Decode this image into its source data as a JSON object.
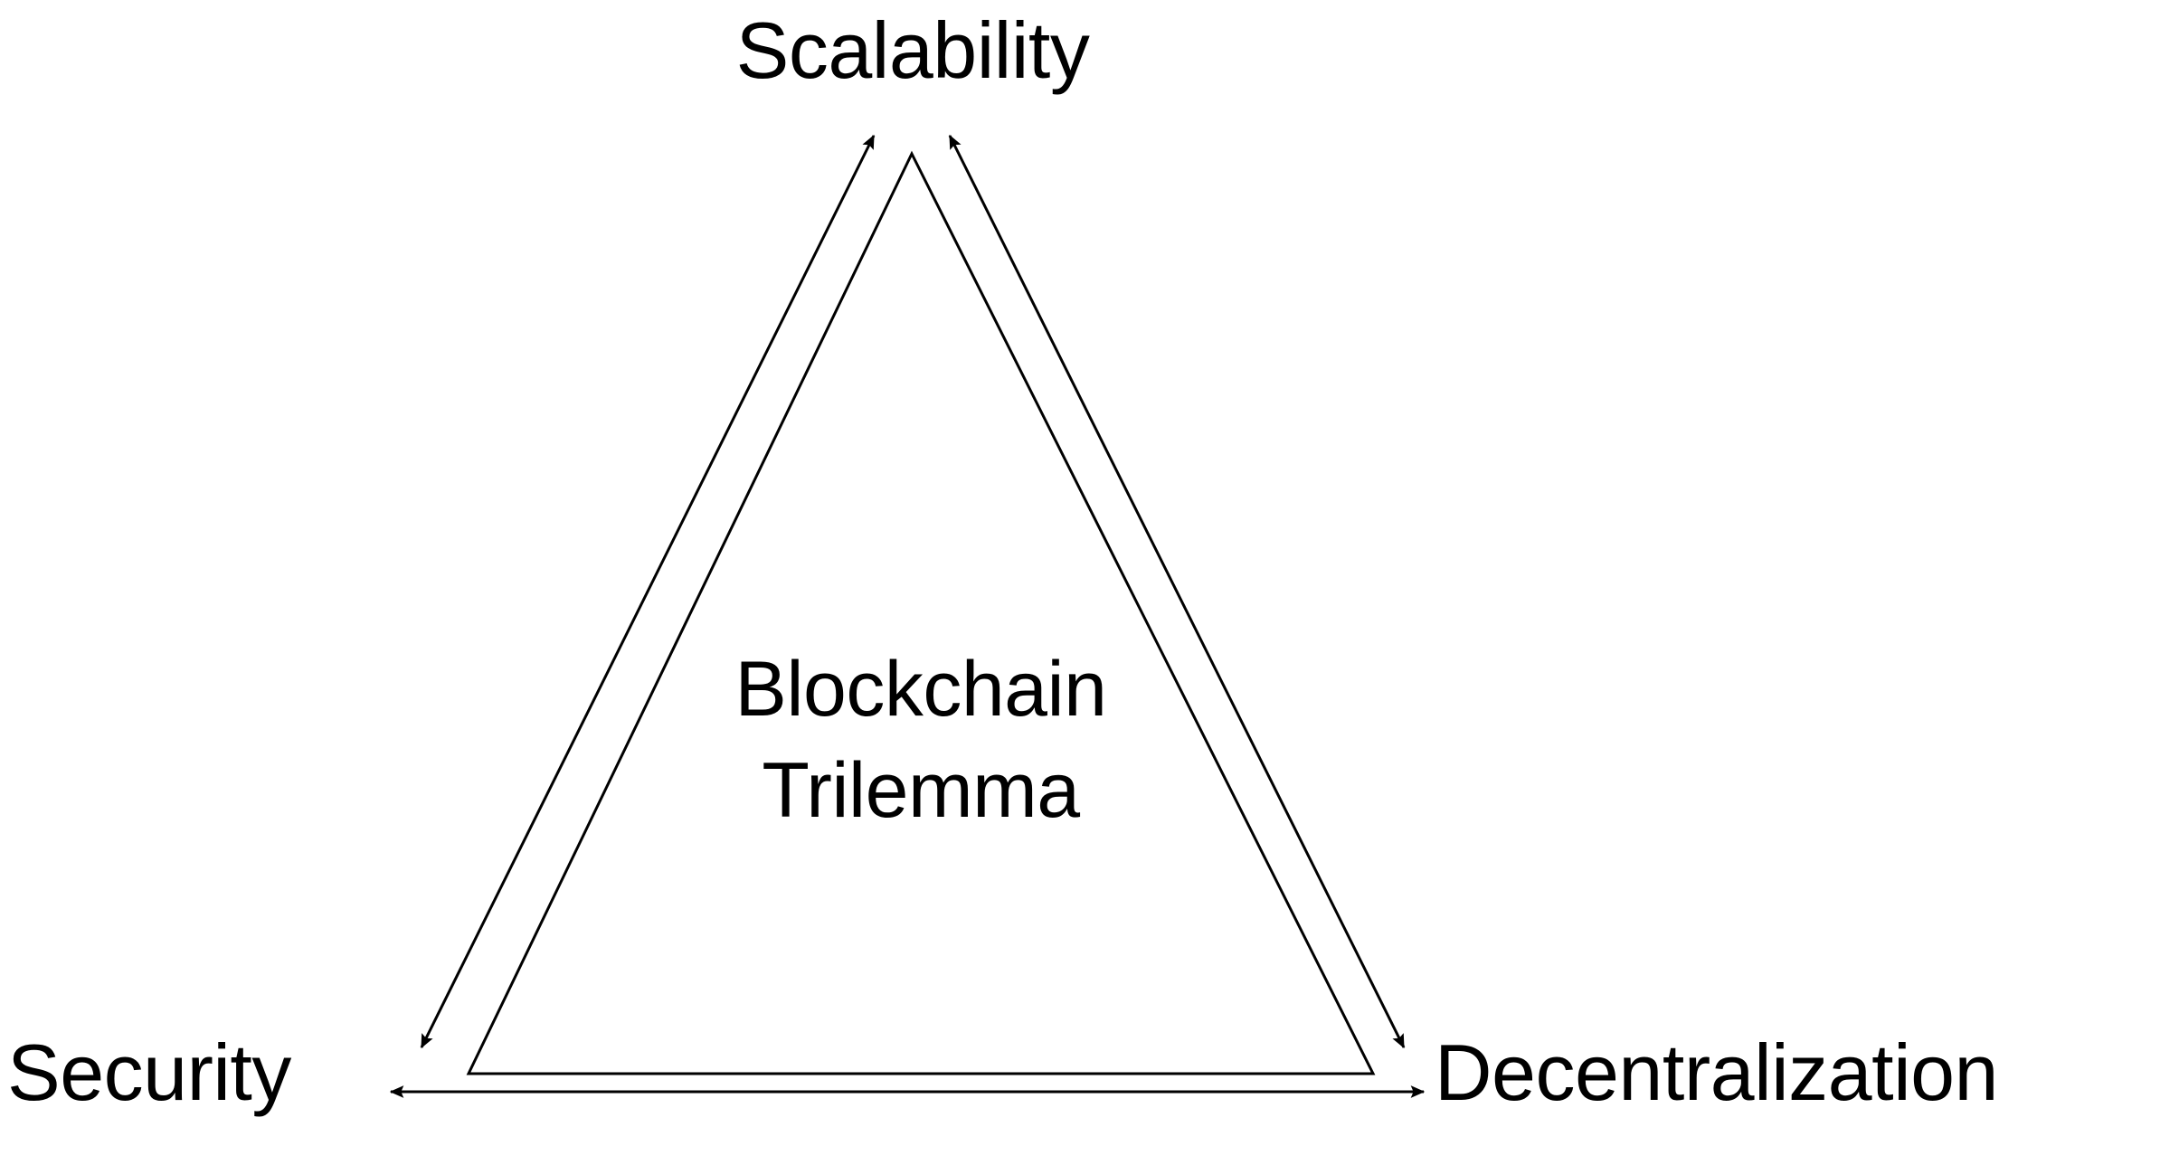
{
  "diagram": {
    "type": "triangle-trilemma",
    "title": "Blockchain Trilemma",
    "center_caption": {
      "line1": "Blockchain",
      "line2": "Trilemma"
    },
    "vertices": [
      {
        "id": "scalability",
        "label": "Scalability",
        "position": "top"
      },
      {
        "id": "security",
        "label": "Security",
        "position": "bottom-left"
      },
      {
        "id": "decentralization",
        "label": "Decentralization",
        "position": "bottom-right"
      }
    ],
    "edges": [
      {
        "id": "security-scalability",
        "from": "Security",
        "to": "Scalability",
        "style": "double-headed-arrow"
      },
      {
        "id": "scalability-decentralization",
        "from": "Scalability",
        "to": "Decentralization",
        "style": "double-headed-arrow"
      },
      {
        "id": "security-decentralization",
        "from": "Security",
        "to": "Decentralization",
        "style": "double-headed-arrow"
      }
    ],
    "colors": {
      "background": "#ffffff",
      "stroke": "#000000",
      "text": "#000000"
    },
    "stroke_width": 3
  }
}
